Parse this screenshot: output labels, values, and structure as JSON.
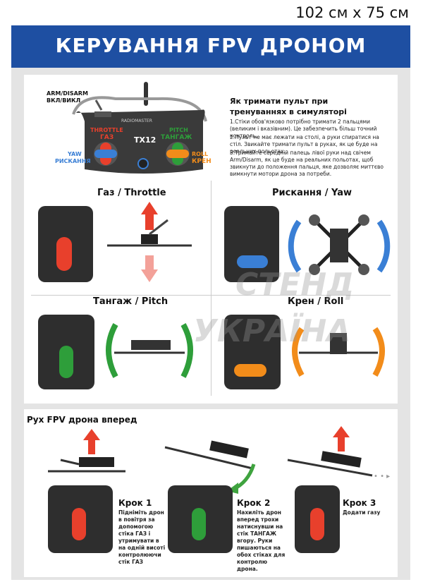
{
  "size_label": "102 см x 75 см",
  "title": "КЕРУВАННЯ FPV ДРОНОМ",
  "remote": {
    "arm_label": "ARM/DISARM\nВКЛ/ВИКЛ",
    "brand": "RADIOMASTER",
    "model": "TX12",
    "throttle": "THROTTLE",
    "gas": "ГАЗ",
    "pitch": "PITCH",
    "tangazh": "ТАНГАЖ",
    "yaw": "YAW",
    "ryskannia": "РИСКАННЯ",
    "roll": "ROLL",
    "kren": "КРЕН"
  },
  "holding": {
    "heading": "Як тримати пульт при тренуваннях в симуляторі",
    "tips": [
      "1.Стіки обов'язково потрібно тримати 2 пальцями (великим і вказівним). Це забезпечить більш точний контроль.",
      "2.Пульт не має лежати на столі, а руки спиратися на стіл. Звикайте тримати пульт в руках, як це буде на реальних польотах.",
      "3.Тримайте середній палець лівої руки над свічем Arm/Disarm, як це буде на реальних польотах, щоб звикнути до положення пальця, яке дозволяє миттєво вимкнути мотори дрона за потреби."
    ]
  },
  "controls": {
    "throttle": "Газ / Throttle",
    "yaw": "Рискання / Yaw",
    "pitch": "Тангаж / Pitch",
    "roll": "Крен / Roll"
  },
  "forward": {
    "heading": "Рух FPV дрона вперед",
    "steps": [
      {
        "title": "Крок 1",
        "text": "Підніміть дрон в повітря за допомогою стіка ГАЗ і утримувати в на одній висоті контролюючи стік ГАЗ"
      },
      {
        "title": "Крок 2",
        "text": "Нахиліть дрон вперед трохи натиснувши на стік ТАНГАЖ вгору. Руки пишаються на обох стіках для контролю дрона."
      },
      {
        "title": "Крок 3",
        "text": "Додати газу"
      }
    ]
  },
  "watermark": {
    "line1": "СТЕНД",
    "line2": "УКРАЇНА"
  },
  "colors": {
    "blue": "#1e4fa2",
    "red": "#e8402c",
    "green": "#2e9e3a",
    "orange": "#f28c1a",
    "arrow_blue": "#3a7fd5"
  }
}
